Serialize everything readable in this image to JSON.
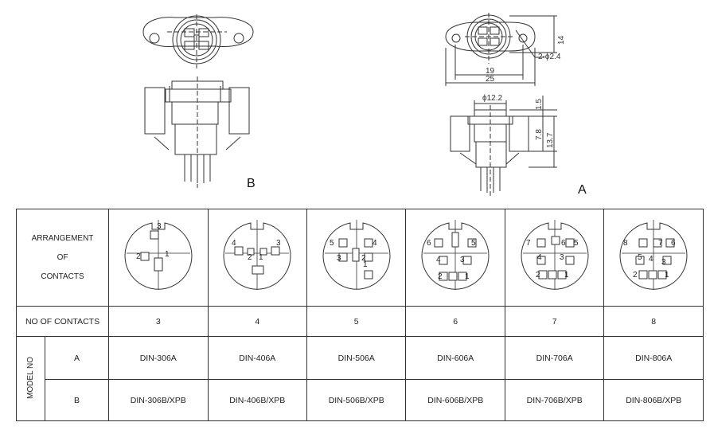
{
  "views": {
    "b_label": "B",
    "a_label": "A",
    "dimensions": {
      "d14": "14",
      "d2phi": "2-ϕ2.4",
      "d19": "19",
      "d25": "25",
      "dphi122": "ϕ12.2",
      "d15": "1.5",
      "d78": "7.8",
      "d137": "13.7"
    }
  },
  "table": {
    "arrangement_lines": [
      "ARRANGEMENT",
      "OF",
      "CONTACTS"
    ],
    "no_of_contacts_label": "NO OF CONTACTS",
    "model_no_label": "MODEL NO",
    "row_a_label": "A",
    "row_b_label": "B",
    "columns": [
      {
        "contacts": "3",
        "model_a": "DIN-306A",
        "model_b": "DIN-306B/XPB",
        "pins": [
          "1",
          "2",
          "3"
        ]
      },
      {
        "contacts": "4",
        "model_a": "DIN-406A",
        "model_b": "DIN-406B/XPB",
        "pins": [
          "1",
          "2",
          "3",
          "4"
        ]
      },
      {
        "contacts": "5",
        "model_a": "DIN-506A",
        "model_b": "DIN-506B/XPB",
        "pins": [
          "1",
          "2",
          "3",
          "4",
          "5"
        ]
      },
      {
        "contacts": "6",
        "model_a": "DIN-606A",
        "model_b": "DIN-606B/XPB",
        "pins": [
          "1",
          "2",
          "3",
          "4",
          "5",
          "6"
        ]
      },
      {
        "contacts": "7",
        "model_a": "DIN-706A",
        "model_b": "DIN-706B/XPB",
        "pins": [
          "1",
          "2",
          "3",
          "4",
          "5",
          "6",
          "7"
        ]
      },
      {
        "contacts": "8",
        "model_a": "DIN-806A",
        "model_b": "DIN-806B/XPB",
        "pins": [
          "1",
          "2",
          "3",
          "4",
          "5",
          "6",
          "7",
          "8"
        ]
      }
    ]
  }
}
